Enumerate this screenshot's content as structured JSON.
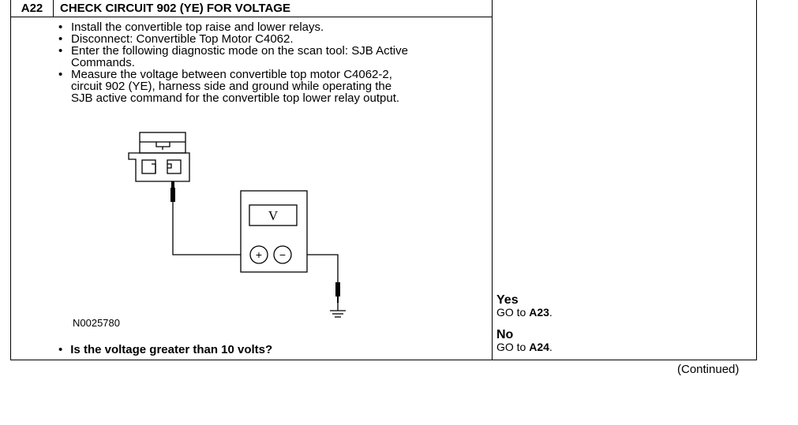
{
  "step": {
    "id": "A22",
    "title": "CHECK CIRCUIT 902 (YE) FOR VOLTAGE"
  },
  "instructions": [
    {
      "lines": [
        "Install the convertible top raise and lower relays."
      ]
    },
    {
      "lines": [
        "Disconnect: Convertible Top Motor C4062."
      ]
    },
    {
      "lines": [
        "Enter the following diagnostic mode on the scan tool: SJB Active",
        "Commands."
      ]
    },
    {
      "lines": [
        "Measure the voltage between convertible top motor C4062-2,",
        "circuit 902 (YE), harness side and ground while operating the",
        "SJB active command for the convertible top lower relay output."
      ]
    }
  ],
  "diagram": {
    "meter_display": "V",
    "meter_plus": "+",
    "meter_minus": "−",
    "figure_id": "N0025780"
  },
  "question": "Is the voltage greater than 10 volts?",
  "results": [
    {
      "answer": "Yes",
      "action_prefix": "GO to ",
      "action_target": "A23",
      "action_suffix": "."
    },
    {
      "answer": "No",
      "action_prefix": "GO to ",
      "action_target": "A24",
      "action_suffix": "."
    }
  ],
  "continued": "(Continued)"
}
